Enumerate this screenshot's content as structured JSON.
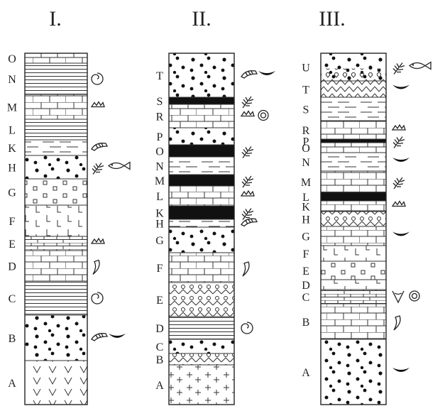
{
  "columns": [
    {
      "id": "I",
      "title": "I.",
      "layers": [
        {
          "label": "O",
          "lithology": "limestone",
          "fossils": []
        },
        {
          "label": "N",
          "lithology": "horizontal-lines",
          "fossils": [
            "ammonite-icon"
          ]
        },
        {
          "label": "M",
          "lithology": "limestone",
          "fossils": [
            "coral-icon"
          ]
        },
        {
          "label": "L",
          "lithology": "horizontal-lines",
          "fossils": []
        },
        {
          "label": "K",
          "lithology": "shale",
          "fossils": [
            "trilobite-icon"
          ]
        },
        {
          "label": "H",
          "lithology": "sandstone",
          "fossils": [
            "fern-icon",
            "fish-icon"
          ]
        },
        {
          "label": "G",
          "lithology": "squares",
          "fossils": []
        },
        {
          "label": "F",
          "lithology": "l-pattern",
          "fossils": []
        },
        {
          "label": "E",
          "lithology": "thin-limestone",
          "fossils": [
            "coral-icon"
          ]
        },
        {
          "label": "D",
          "lithology": "limestone",
          "fossils": [
            "tooth-icon"
          ]
        },
        {
          "label": "C",
          "lithology": "horizontal-lines",
          "fossils": [
            "ammonite-icon"
          ]
        },
        {
          "label": "B",
          "lithology": "sandstone",
          "fossils": [
            "trilobite-icon",
            "clam-icon"
          ]
        },
        {
          "label": "A",
          "lithology": "v-pattern",
          "fossils": []
        }
      ]
    },
    {
      "id": "II",
      "title": "II.",
      "layers": [
        {
          "label": "T",
          "lithology": "sandstone",
          "fossils": [
            "trilobite-icon",
            "clam-icon"
          ]
        },
        {
          "label": "S",
          "lithology": "black",
          "fossils": [
            "fern-icon"
          ]
        },
        {
          "label": "R",
          "lithology": "limestone",
          "fossils": [
            "coral-icon",
            "ring-icon"
          ]
        },
        {
          "label": "P",
          "lithology": "sandstone",
          "fossils": []
        },
        {
          "label": "O",
          "lithology": "black",
          "fossils": [
            "fern-icon"
          ]
        },
        {
          "label": "N",
          "lithology": "shale",
          "fossils": []
        },
        {
          "label": "M",
          "lithology": "black",
          "fossils": [
            "fern-icon"
          ]
        },
        {
          "label": "L",
          "lithology": "limestone",
          "fossils": [
            "coral-icon"
          ]
        },
        {
          "label": "K",
          "lithology": "black",
          "fossils": [
            "fern-icon"
          ]
        },
        {
          "label": "H",
          "lithology": "shale",
          "fossils": [
            "trilobite-icon"
          ]
        },
        {
          "label": "G",
          "lithology": "sandstone",
          "fossils": []
        },
        {
          "label": "F",
          "lithology": "limestone",
          "fossils": [
            "tooth-icon"
          ]
        },
        {
          "label": "E",
          "lithology": "scallop",
          "fossils": []
        },
        {
          "label": "D",
          "lithology": "horizontal-lines",
          "fossils": [
            "ammonite-icon"
          ]
        },
        {
          "label": "C",
          "lithology": "sandstone",
          "fossils": []
        },
        {
          "label": "B",
          "lithology": "scallop",
          "fossils": []
        },
        {
          "label": "A",
          "lithology": "plus-pattern",
          "fossils": []
        }
      ]
    },
    {
      "id": "III",
      "title": "III.",
      "layers": [
        {
          "label": "U",
          "lithology": "sandstone-pebbles",
          "fossils": [
            "fern-icon",
            "fish-icon"
          ]
        },
        {
          "label": "T",
          "lithology": "zigzag",
          "fossils": [
            "clam-icon"
          ]
        },
        {
          "label": "S",
          "lithology": "shale",
          "fossils": []
        },
        {
          "label": "R",
          "lithology": "limestone",
          "fossils": [
            "coral-icon"
          ]
        },
        {
          "label": "P",
          "lithology": "black",
          "fossils": [
            "fern-icon"
          ]
        },
        {
          "label": "O",
          "lithology": "limestone",
          "fossils": []
        },
        {
          "label": "N",
          "lithology": "shale",
          "fossils": [
            "clam-icon"
          ]
        },
        {
          "label": "M",
          "lithology": "limestone",
          "fossils": [
            "fern-icon"
          ]
        },
        {
          "label": "L",
          "lithology": "black",
          "fossils": []
        },
        {
          "label": "K",
          "lithology": "limestone",
          "fossils": [
            "coral-icon"
          ]
        },
        {
          "label": "H",
          "lithology": "scallop",
          "fossils": []
        },
        {
          "label": "G",
          "lithology": "limestone",
          "fossils": [
            "clam-icon"
          ]
        },
        {
          "label": "F",
          "lithology": "l-pattern",
          "fossils": []
        },
        {
          "label": "E",
          "lithology": "squares",
          "fossils": []
        },
        {
          "label": "D",
          "lithology": "l-pattern",
          "fossils": []
        },
        {
          "label": "C",
          "lithology": "thin-limestone",
          "fossils": [
            "brachiopod-icon",
            "ring-icon"
          ]
        },
        {
          "label": "B",
          "lithology": "limestone",
          "fossils": [
            "tooth-icon"
          ]
        },
        {
          "label": "A",
          "lithology": "sandstone",
          "fossils": [
            "clam-icon"
          ]
        }
      ]
    }
  ]
}
